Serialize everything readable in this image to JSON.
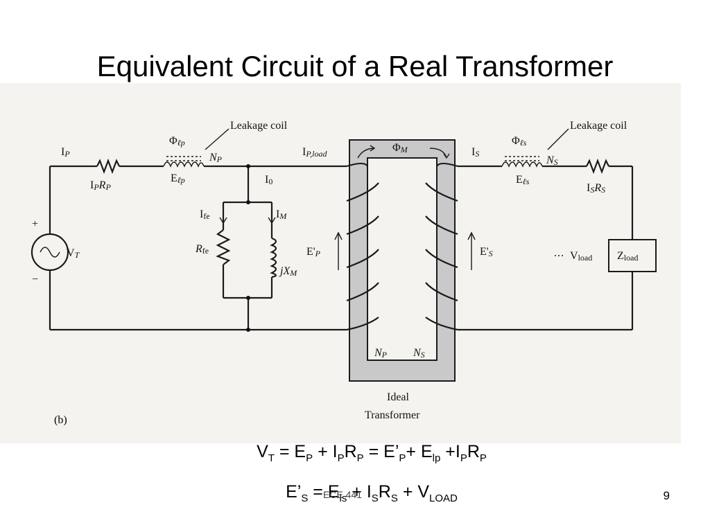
{
  "slide": {
    "title": "Equivalent Circuit of a Real Transformer",
    "footer": "ECE 441",
    "page_number": "9"
  },
  "figure": {
    "label_b": "(b)",
    "primary": {
      "current": "I",
      "current_sub": "P",
      "resistor": "I",
      "resistor_sub1": "P",
      "resistor_mid": "R",
      "resistor_sub2": "P",
      "flux": "Φ",
      "flux_sub": "ℓp",
      "turns": "N",
      "turns_sub": "P",
      "emf": "E",
      "emf_sub": "ℓp",
      "leakage": "Leakage coil",
      "source": "V",
      "source_sub": "T",
      "plus": "+",
      "minus": "−",
      "load_current": "I",
      "load_current_sub": "P,load"
    },
    "magnetizing": {
      "i0": "I",
      "i0_sub": "0",
      "ife": "I",
      "ife_sub": "fe",
      "im": "I",
      "im_sub": "M",
      "rfe": "R",
      "rfe_sub": "fe",
      "jxm": "jX",
      "jxm_sub": "M"
    },
    "core": {
      "flux": "Φ",
      "flux_sub": "M",
      "ep": "E'",
      "ep_sub": "P",
      "es": "E'",
      "es_sub": "S",
      "np": "N",
      "np_sub": "P",
      "ns": "N",
      "ns_sub": "S",
      "caption_line1": "Ideal",
      "caption_line2": "Transformer"
    },
    "secondary": {
      "current": "I",
      "current_sub": "S",
      "flux": "Φ",
      "flux_sub": "ℓs",
      "turns": "N",
      "turns_sub": "S",
      "emf": "E",
      "emf_sub": "ℓs",
      "leakage": "Leakage coil",
      "resistor": "I",
      "resistor_sub1": "S",
      "resistor_mid": "R",
      "resistor_sub2": "S",
      "vload": "V",
      "vload_sub": "load",
      "zload": "Z",
      "zload_sub": "load"
    }
  },
  "equations": {
    "eq1": {
      "vt": "V",
      "vt_s": "T",
      "eq_a": " = E",
      "ep_s": "P",
      "plus_a": " + I",
      "ip_s": "P",
      "r_a": "R",
      "rp_s": "P",
      "eq_b": " = E’",
      "epp_s": "P",
      "plus_b": "+ E",
      "elp_s": "lp",
      "plus_c": " +I",
      "ip2_s": "P",
      "r_b": "R",
      "rp2_s": "P"
    },
    "eq2": {
      "es": "E’",
      "es_s": "S",
      "eq_a": " = E",
      "els_s": "ls",
      "plus_a": " + I",
      "is_s": "S",
      "r_a": "R",
      "rs_s": "S",
      "plus_b": " + V",
      "vl_s": "LOAD"
    }
  }
}
